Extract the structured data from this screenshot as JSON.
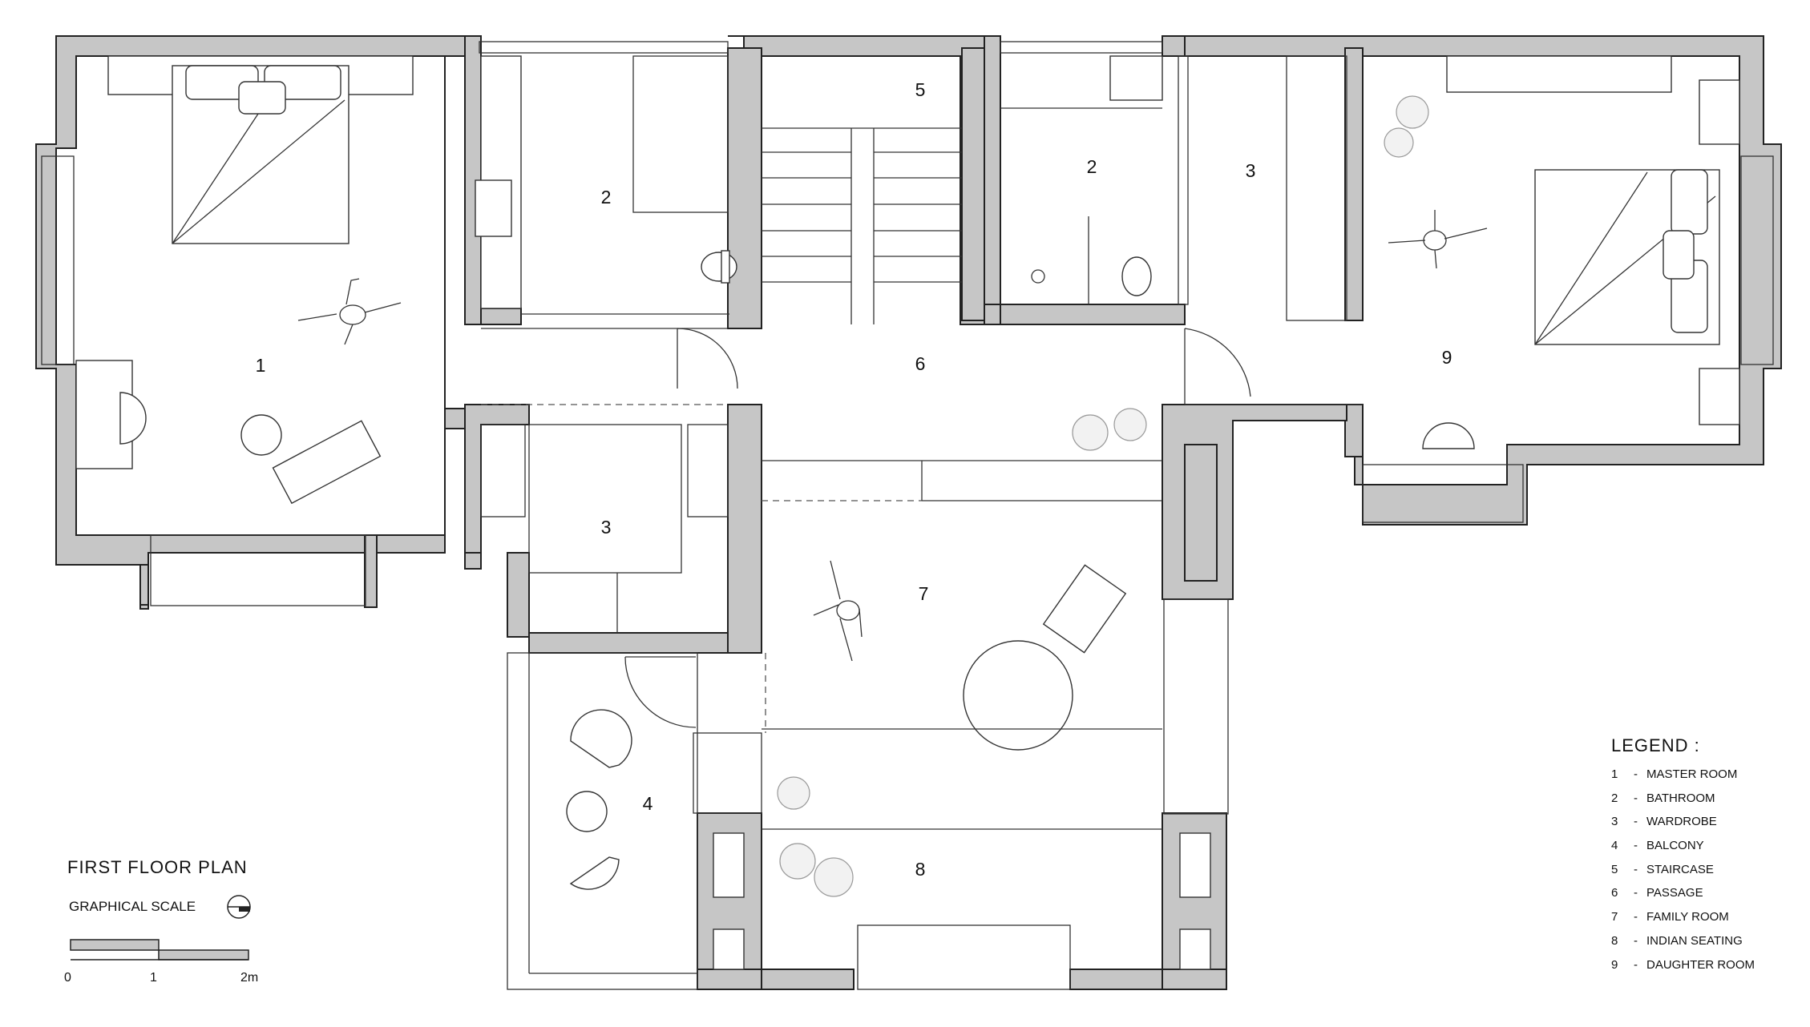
{
  "plan": {
    "title": "FIRST FLOOR PLAN",
    "scale_label": "GRAPHICAL SCALE",
    "scale_ticks": [
      "0",
      "1",
      "2m"
    ]
  },
  "rooms": [
    {
      "number": "1",
      "name": "MASTER ROOM"
    },
    {
      "number": "2",
      "name": "BATHROOM"
    },
    {
      "number": "2",
      "name": "BATHROOM"
    },
    {
      "number": "3",
      "name": "WARDROBE"
    },
    {
      "number": "3",
      "name": "WARDROBE"
    },
    {
      "number": "4",
      "name": "BALCONY"
    },
    {
      "number": "5",
      "name": "STAIRCASE"
    },
    {
      "number": "6",
      "name": "PASSAGE"
    },
    {
      "number": "7",
      "name": "FAMILY ROOM"
    },
    {
      "number": "8",
      "name": "INDIAN SEATING"
    },
    {
      "number": "9",
      "name": "DAUGHTER ROOM"
    }
  ],
  "legend": {
    "title": "LEGEND :",
    "separator": "-",
    "items": [
      {
        "num": "1",
        "label": "MASTER ROOM"
      },
      {
        "num": "2",
        "label": "BATHROOM"
      },
      {
        "num": "3",
        "label": "WARDROBE"
      },
      {
        "num": "4",
        "label": "BALCONY"
      },
      {
        "num": "5",
        "label": "STAIRCASE"
      },
      {
        "num": "6",
        "label": "PASSAGE"
      },
      {
        "num": "7",
        "label": "FAMILY ROOM"
      },
      {
        "num": "8",
        "label": "INDIAN SEATING"
      },
      {
        "num": "9",
        "label": "DAUGHTER ROOM"
      }
    ]
  },
  "colors": {
    "wall_fill": "#c6c6c6",
    "line": "#222222",
    "background": "#ffffff"
  }
}
